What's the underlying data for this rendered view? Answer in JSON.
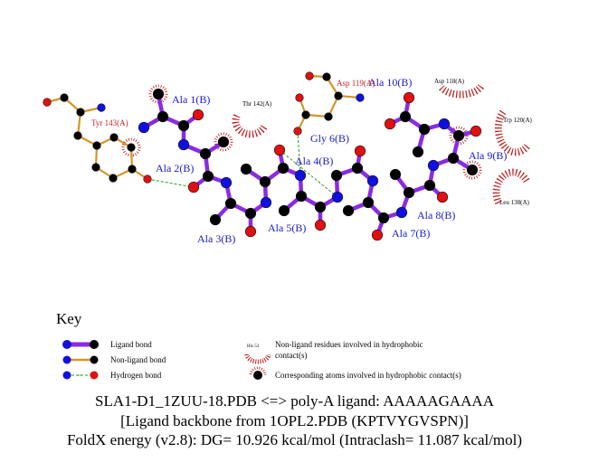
{
  "ligand_residues": [
    "Ala 1(B)",
    "Ala 2(B)",
    "Ala 3(B)",
    "Ala 4(B)",
    "Ala 5(B)",
    "Gly 6(B)",
    "Ala 7(B)",
    "Ala 8(B)",
    "Ala 9(B)",
    "Ala 10(B)"
  ],
  "nonligand_residues": [
    "Tyr 143(A)",
    "Asp 119(A)"
  ],
  "hydrophobic_residues": [
    "Thr 142(A)",
    "Asp 118(A)",
    "Trp 120(A)",
    "Leu 138(A)"
  ],
  "key": {
    "title": "Key",
    "ligand_bond": "Ligand bond",
    "nonligand_bond": "Non-ligand bond",
    "hydrogen_bond": "Hydrogen bond",
    "hbond_length": "3.0",
    "example_residue": "His 53",
    "hydrophobic_residue_desc_1": "Non-ligand residues involved in hydrophobic",
    "hydrophobic_residue_desc_2": "contact(s)",
    "hydrophobic_atom_desc": "Corresponding atoms involved in hydrophobic contact(s)"
  },
  "caption": {
    "line1": "SLA1-D1_1ZUU-18.PDB <=> poly-A ligand: AAAAAGAAAA",
    "line2": "[Ligand backbone from 1OPL2.PDB (KPTVYGVSPN)]",
    "line3": "FoldX energy (v2.8): DG= 10.926 kcal/mol (Intraclash= 11.087 kcal/mol)"
  },
  "colors": {
    "ligand_bond": "#8a2be2",
    "nonligand_bond": "#d4952a",
    "hbond": "#2a9a2a",
    "carbon": "#000000",
    "nitrogen": "#1010e0",
    "oxygen": "#e01010",
    "ligand_label": "#1a1acc",
    "nonligand_label": "#cc2222",
    "hydrophobic": "#c01818"
  }
}
